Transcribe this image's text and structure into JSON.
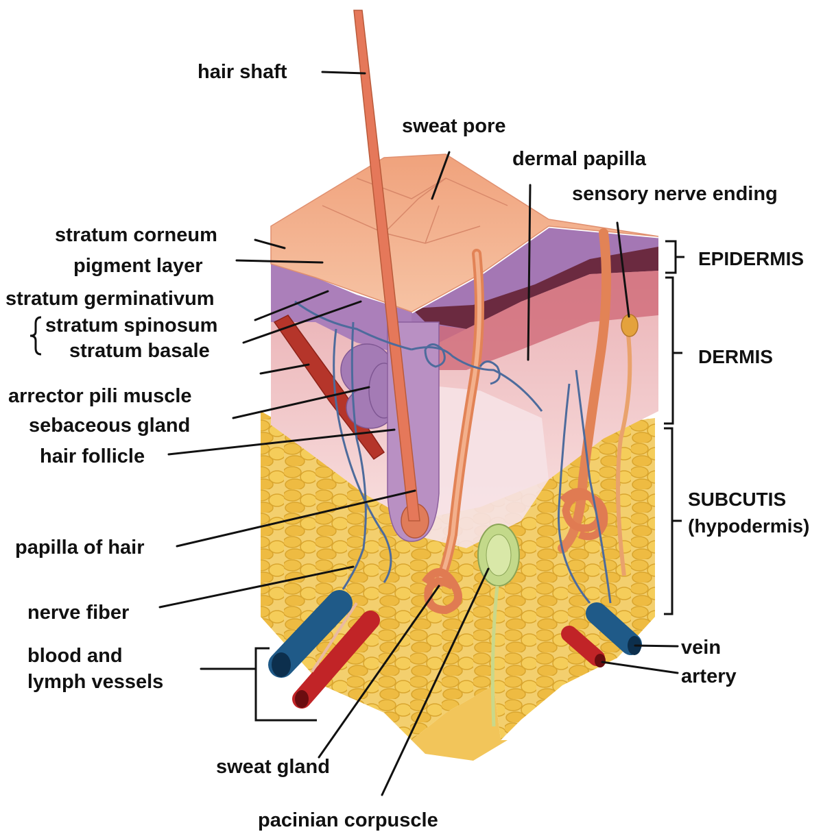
{
  "labels": {
    "hair_shaft": "hair shaft",
    "sweat_pore": "sweat pore",
    "dermal_papilla": "dermal papilla",
    "sensory_nerve_ending": "sensory nerve ending",
    "stratum_corneum": "stratum corneum",
    "pigment_layer": "pigment layer",
    "stratum_germinativum": "stratum germinativum",
    "stratum_spinosum": "stratum spinosum",
    "stratum_basale": "stratum basale",
    "arrector_pili_muscle": "arrector pili muscle",
    "sebaceous_gland": "sebaceous gland",
    "hair_follicle": "hair follicle",
    "papilla_of_hair": "papilla of hair",
    "nerve_fiber": "nerve fiber",
    "blood_and_lymph_vessels_line1": "blood and",
    "blood_and_lymph_vessels_line2": "lymph vessels",
    "sweat_gland": "sweat gland",
    "pacinian_corpuscle": "pacinian corpuscle",
    "vein": "vein",
    "artery": "artery"
  },
  "layers": {
    "epidermis": "EPIDERMIS",
    "dermis": "DERMIS",
    "subcutis_line1": "SUBCUTIS",
    "subcutis_line2": "(hypodermis)"
  },
  "colors": {
    "skin_surface": "#f3b08c",
    "epidermis_purple": "#a77bb6",
    "dermis_pink": "#f2c6c4",
    "fat_yellow": "#f1c24d",
    "hair_orange": "#e2784f",
    "vein_blue": "#1f5f8f",
    "artery_red": "#c8262a",
    "muscle_red": "#b8342a",
    "corpuscle_green": "#b9d27a"
  }
}
